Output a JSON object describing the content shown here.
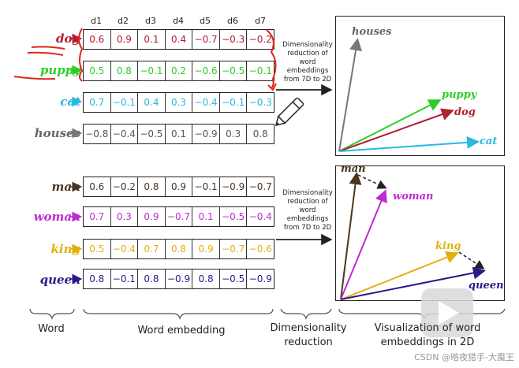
{
  "dims": [
    "d1",
    "d2",
    "d3",
    "d4",
    "d5",
    "d6",
    "d7"
  ],
  "group1": {
    "rows": [
      {
        "word": "dog",
        "color": "#b22034",
        "cells": [
          "0.6",
          "0.9",
          "0.1",
          "0.4",
          "−0.7",
          "−0.3",
          "−0.2"
        ]
      },
      {
        "word": "puppy",
        "color": "#2ecc27",
        "cells": [
          "0.5",
          "0.8",
          "−0.1",
          "0.2",
          "−0.6",
          "−0.5",
          "−0.1"
        ]
      },
      {
        "word": "cat",
        "color": "#28b8e0",
        "cells": [
          "0.7",
          "−0.1",
          "0.4",
          "0.3",
          "−0.4",
          "−0.1",
          "−0.3"
        ]
      },
      {
        "word": "houses",
        "color": "#666666",
        "cells": [
          "−0.8",
          "−0.4",
          "−0.5",
          "0.1",
          "−0.9",
          "0.3",
          "0.8"
        ]
      }
    ],
    "reduction_text": [
      "Dimensionality",
      "reduction of",
      "word",
      "embeddings",
      "from 7D to 2D"
    ],
    "plot_labels": {
      "houses": "houses",
      "puppy": "puppy",
      "dog": "dog",
      "cat": "cat"
    }
  },
  "group2": {
    "rows": [
      {
        "word": "man",
        "color": "#4a3520",
        "cells": [
          "0.6",
          "−0.2",
          "0.8",
          "0.9",
          "−0.1",
          "−0.9",
          "−0.7"
        ]
      },
      {
        "word": "woman",
        "color": "#c02bd0",
        "cells": [
          "0.7",
          "0.3",
          "0.9",
          "−0.7",
          "0.1",
          "−0.5",
          "−0.4"
        ]
      },
      {
        "word": "king",
        "color": "#e0b010",
        "cells": [
          "0.5",
          "−0.4",
          "0.7",
          "0.8",
          "0.9",
          "−0.7",
          "−0.6"
        ]
      },
      {
        "word": "queen",
        "color": "#2a1a8a",
        "cells": [
          "0.8",
          "−0.1",
          "0.8",
          "−0.9",
          "0.8",
          "−0.5",
          "−0.9"
        ]
      }
    ],
    "reduction_text": [
      "Dimensionality",
      "reduction of",
      "word",
      "embeddings",
      "from 7D to 2D"
    ],
    "plot_labels": {
      "man": "man",
      "woman": "woman",
      "king": "king",
      "queen": "queen"
    }
  },
  "footer": {
    "word": "Word",
    "embedding": "Word embedding",
    "reduction_line1": "Dimensionality",
    "reduction_line2": "reduction",
    "viz_line1": "Visualization of word",
    "viz_line2": "embeddings in 2D"
  },
  "watermark": "CSDN @暗夜猎手-大魔王"
}
